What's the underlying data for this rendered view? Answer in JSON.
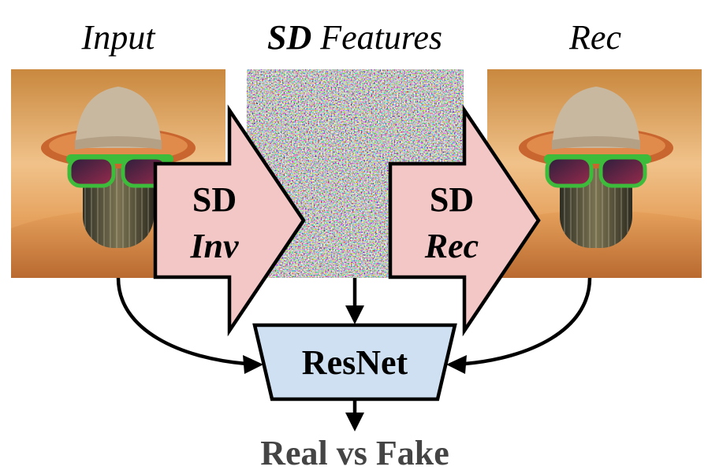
{
  "labels": {
    "input": "Input",
    "sd_bold": "SD",
    "features": " Features",
    "rec": "Rec"
  },
  "arrows": {
    "inv_line1": "SD",
    "inv_line2": "Inv",
    "rec_line1": "SD",
    "rec_line2": "Rec"
  },
  "network": {
    "label": "ResNet"
  },
  "output": {
    "label": "Real vs Fake"
  },
  "colors": {
    "arrow_fill": "#f4c7c7",
    "resnet_fill": "#cfe0f2",
    "stroke": "#000000",
    "output_text": "#444444"
  },
  "images": {
    "input": "cactus wearing straw hat and green sunglasses in desert",
    "features": "diffusion latent noise texture",
    "rec": "reconstructed cactus wearing straw hat and sunglasses"
  }
}
